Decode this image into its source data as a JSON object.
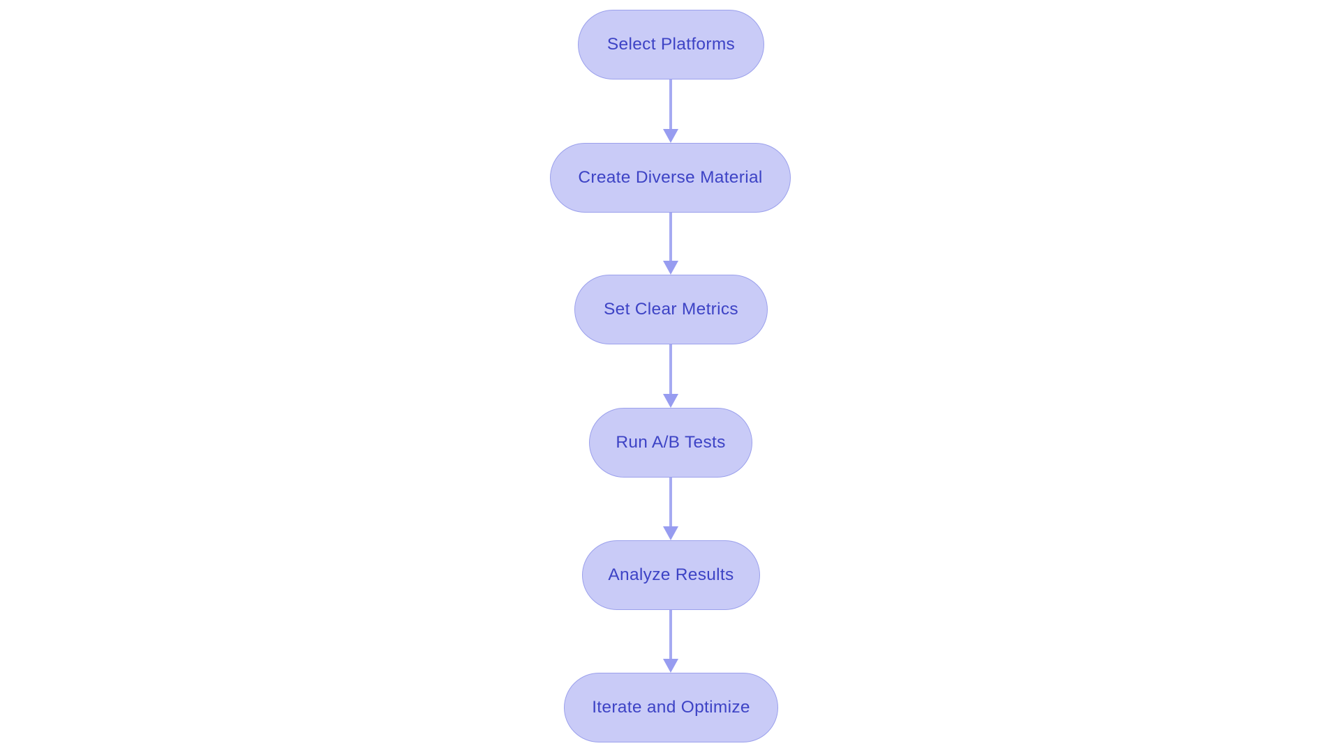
{
  "diagram": {
    "type": "flowchart",
    "direction": "top-down",
    "background": "#ffffff",
    "colors": {
      "node_fill": "#c9cbf7",
      "node_border": "#9ba0ec",
      "node_text": "#3d43c5",
      "arrow": "#9aa0f0"
    },
    "nodes": [
      {
        "id": "select-platforms",
        "label": "Select Platforms"
      },
      {
        "id": "create-diverse-material",
        "label": "Create Diverse Material"
      },
      {
        "id": "set-clear-metrics",
        "label": "Set Clear Metrics"
      },
      {
        "id": "run-ab-tests",
        "label": "Run A/B Tests"
      },
      {
        "id": "analyze-results",
        "label": "Analyze Results"
      },
      {
        "id": "iterate-and-optimize",
        "label": "Iterate and Optimize"
      }
    ],
    "edges": [
      {
        "from": "Select Platforms",
        "to": "Create Diverse Material"
      },
      {
        "from": "Create Diverse Material",
        "to": "Set Clear Metrics"
      },
      {
        "from": "Set Clear Metrics",
        "to": "Run A/B Tests"
      },
      {
        "from": "Run A/B Tests",
        "to": "Analyze Results"
      },
      {
        "from": "Analyze Results",
        "to": "Iterate and Optimize"
      }
    ]
  }
}
